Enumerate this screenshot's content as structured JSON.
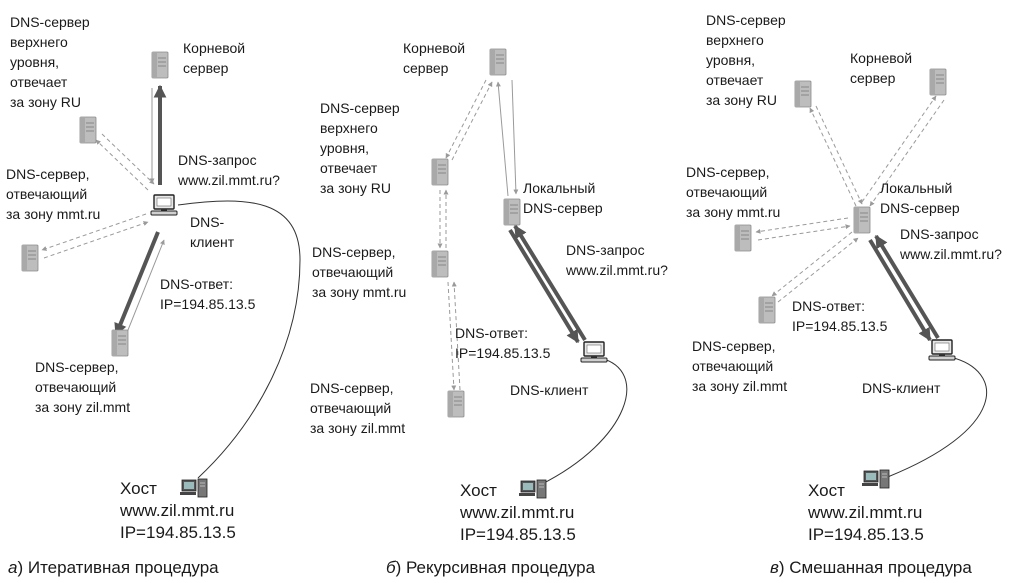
{
  "panels": {
    "iterative": {
      "caption_letter": "а",
      "caption_text": ") Итеративная процедура",
      "root_label": "Корневой\nсервер",
      "ru_label": "DNS-сервер\nверхнего\nуровня,\nотвечает\nза зону RU",
      "mmt_label": "DNS-сервер,\nотвечающий\nза зону mmt.ru",
      "client_label": "DNS-\nклиент",
      "query_label": "DNS-запрос\nwww.zil.mmt.ru?",
      "answer_label": "DNS-ответ:\nIP=194.85.13.5",
      "zil_label": "DNS-сервер,\nотвечающий\nза зону zil.mmt",
      "host_label": "Хост\nwww.zil.mmt.ru\nIP=194.85.13.5"
    },
    "recursive": {
      "caption_letter": "б",
      "caption_text": ") Рекурсивная процедура",
      "root_label": "Корневой\nсервер",
      "ru_label": "DNS-сервер\nверхнего\nуровня,\nотвечает\nза зону RU",
      "local_label": "Локальный\nDNS-сервер",
      "mmt_label": "DNS-сервер,\nотвечающий\nза зону mmt.ru",
      "query_label": "DNS-запрос\nwww.zil.mmt.ru?",
      "answer_label": "DNS-ответ:\nIP=194.85.13.5",
      "client_label": "DNS-клиент",
      "zil_label": "DNS-сервер,\nотвечающий\nза зону zil.mmt",
      "host_label": "Хост\nwww.zil.mmt.ru\nIP=194.85.13.5"
    },
    "mixed": {
      "caption_letter": "в",
      "caption_text": ") Смешанная процедура",
      "ru_label": "DNS-сервер\nверхнего\nуровня,\nотвечает\nза зону RU",
      "root_label": "Корневой\nсервер",
      "mmt_label": "DNS-сервер,\nотвечающий\nза зону mmt.ru",
      "local_label": "Локальный\nDNS-сервер",
      "query_label": "DNS-запрос\nwww.zil.mmt.ru?",
      "answer_label": "DNS-ответ:\nIP=194.85.13.5",
      "zil_label": "DNS-сервер,\nотвечающий\nза зону zil.mmt",
      "client_label": "DNS-клиент",
      "host_label": "Хост\nwww.zil.mmt.ru\nIP=194.85.13.5"
    }
  },
  "colors": {
    "strong_arrow": "#555555",
    "weak_arrow": "#9a9a9a",
    "server_body": "#b8b8b8",
    "background": "#ffffff"
  },
  "icons": {
    "server": "server-icon",
    "client": "computer-icon",
    "host": "host-computer-icon"
  }
}
